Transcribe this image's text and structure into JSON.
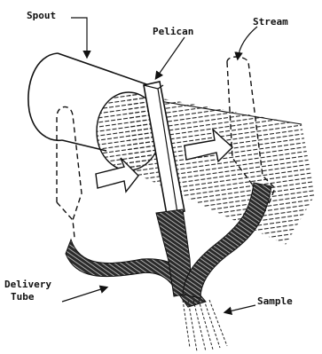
{
  "labels": {
    "spout": "Spout",
    "pelican": "Pelican",
    "stream": "Stream",
    "delivery_tube_line1": "Delivery",
    "delivery_tube_line2": "Tube",
    "sample": "Sample"
  },
  "colors": {
    "ink": "#111111",
    "background": "#ffffff"
  }
}
